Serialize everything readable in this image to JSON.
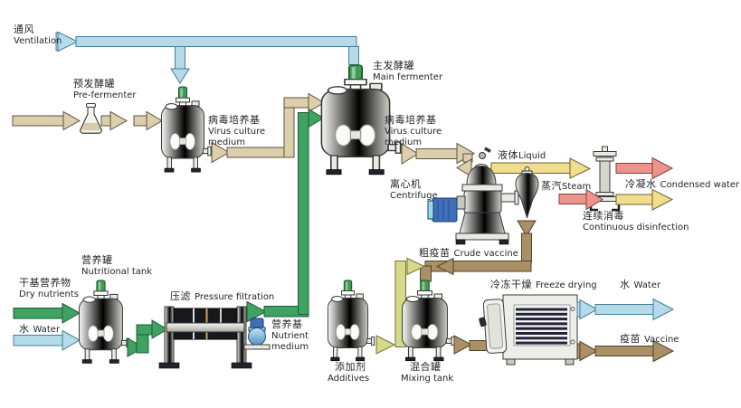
{
  "diagram": {
    "type": "process-flow",
    "subject": "vaccine fermentation production line"
  },
  "labels": {
    "ventilation": {
      "zh": "通风",
      "en": "Ventilation"
    },
    "pre_fermenter": {
      "zh": "预发酵罐",
      "en": "Pre-fermenter"
    },
    "virus_culture_medium_1": {
      "zh": "病毒培养基",
      "en1": "Virus culture",
      "en2": "medium"
    },
    "main_fermenter": {
      "zh": "主发酵罐",
      "en": "Main fermenter"
    },
    "virus_culture_medium_2": {
      "zh": "病毒培养基",
      "en1": "Virus culture",
      "en2": "medium"
    },
    "liquid": {
      "zh": "液体",
      "en": "Liquid"
    },
    "steam": {
      "zh": "蒸汽",
      "en": "Steam"
    },
    "condensed_water": {
      "zh": "冷凝水",
      "en": "Condensed water"
    },
    "continuous_disinfection": {
      "zh": "连续消毒",
      "en": "Continuous disinfection"
    },
    "centrifuge": {
      "zh": "离心机",
      "en": "Centrifuge"
    },
    "crude_vaccine": {
      "zh": "粗疫苗",
      "en": "Crude vaccine"
    },
    "nutritional_tank": {
      "zh": "营养罐",
      "en": "Nutritional tank"
    },
    "dry_nutrients": {
      "zh": "干基营养物",
      "en": "Dry nutrients"
    },
    "water_in": {
      "zh": "水",
      "en": "Water"
    },
    "pressure_filtration": {
      "zh": "压滤",
      "en": "Pressure filtration"
    },
    "nutrient_medium": {
      "zh": "营养基",
      "en1": "Nutrient",
      "en2": "medium"
    },
    "additives": {
      "zh": "添加剂",
      "en": "Additives"
    },
    "mixing_tank": {
      "zh": "混合罐",
      "en": "Mixing tank"
    },
    "freeze_drying": {
      "zh": "冷冻干燥",
      "en": "Freeze drying"
    },
    "water_out": {
      "zh": "水",
      "en": "Water"
    },
    "vaccine": {
      "zh": "疫苗",
      "en": "Vaccine"
    }
  },
  "colors": {
    "ventilation_and_water": "#b5dbea",
    "culture_medium": "#dccfab",
    "nutrients_green": "#3fa263",
    "liquid_yellow": "#f0dd8e",
    "steam_red": "#ec938c",
    "crude_vaccine_brown": "#a99066",
    "additives_yellow_green": "#d7d98b",
    "tank_cap_green": "#3d9e51",
    "motor_blue": "#3f6fbb"
  }
}
